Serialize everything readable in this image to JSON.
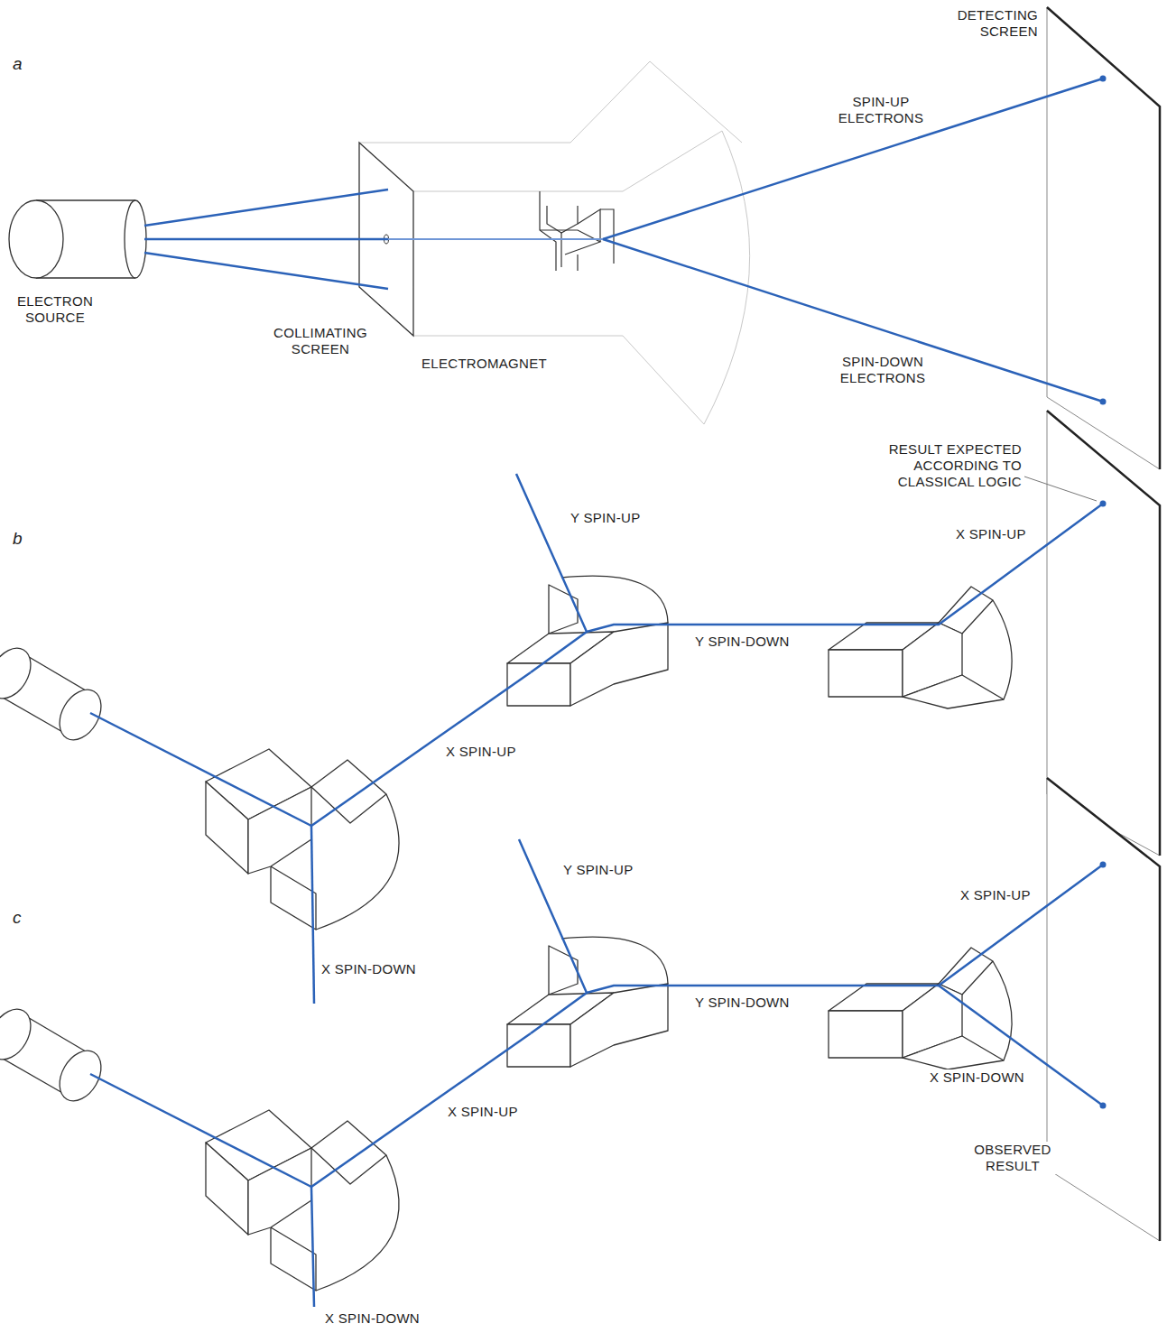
{
  "diagram": {
    "labels": [
      "DETECTING SCREEN",
      "a",
      "SPIN-UP ELECTRONS",
      "ELECTRON SOURCE",
      "COLLIMATING SCREEN",
      "ELECTROMAGNET",
      "SPIN-DOWN ELECTRONS",
      "RESULT EXPECTED ACCORDING TO CLASSICAL LOGIC",
      "Y SPIN-UP",
      "b",
      "X SPIN-UP",
      "Y SPIN-DOWN",
      "X SPIN-UP",
      "X SPIN-DOWN",
      "Y SPIN-UP",
      "c",
      "X SPIN-UP",
      "Y SPIN-DOWN",
      "X SPIN-UP",
      "X SPIN-DOWN",
      "OBSERVED RESULT",
      "X SPIN-DOWN"
    ]
  }
}
